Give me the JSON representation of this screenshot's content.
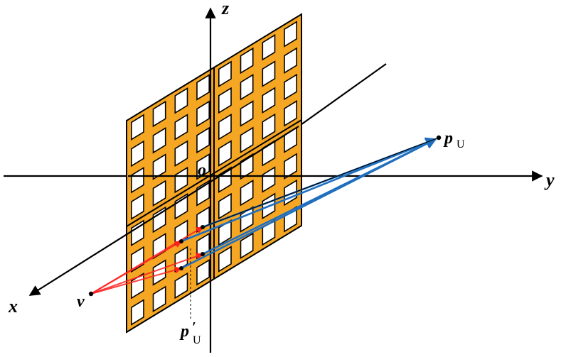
{
  "labels": {
    "z_axis": "z",
    "y_axis": "y",
    "x_axis": "x",
    "origin": "o",
    "point_v": "v",
    "point_pU": "p",
    "point_pU_sub": "U",
    "point_pU_proj": "p",
    "point_pU_proj_prime": "′",
    "point_pU_proj_sub": "U"
  },
  "colors": {
    "panel_fill": "#f5a623",
    "panel_stroke": "#000000",
    "cell_fill": "#ffffff",
    "axis": "#000000",
    "red_rays": "#ff2020",
    "blue_rays": "#1f6fbf"
  },
  "array": {
    "subarrays": 4,
    "cells_per_subarray_row": 4,
    "cells_per_subarray_col": 4
  }
}
